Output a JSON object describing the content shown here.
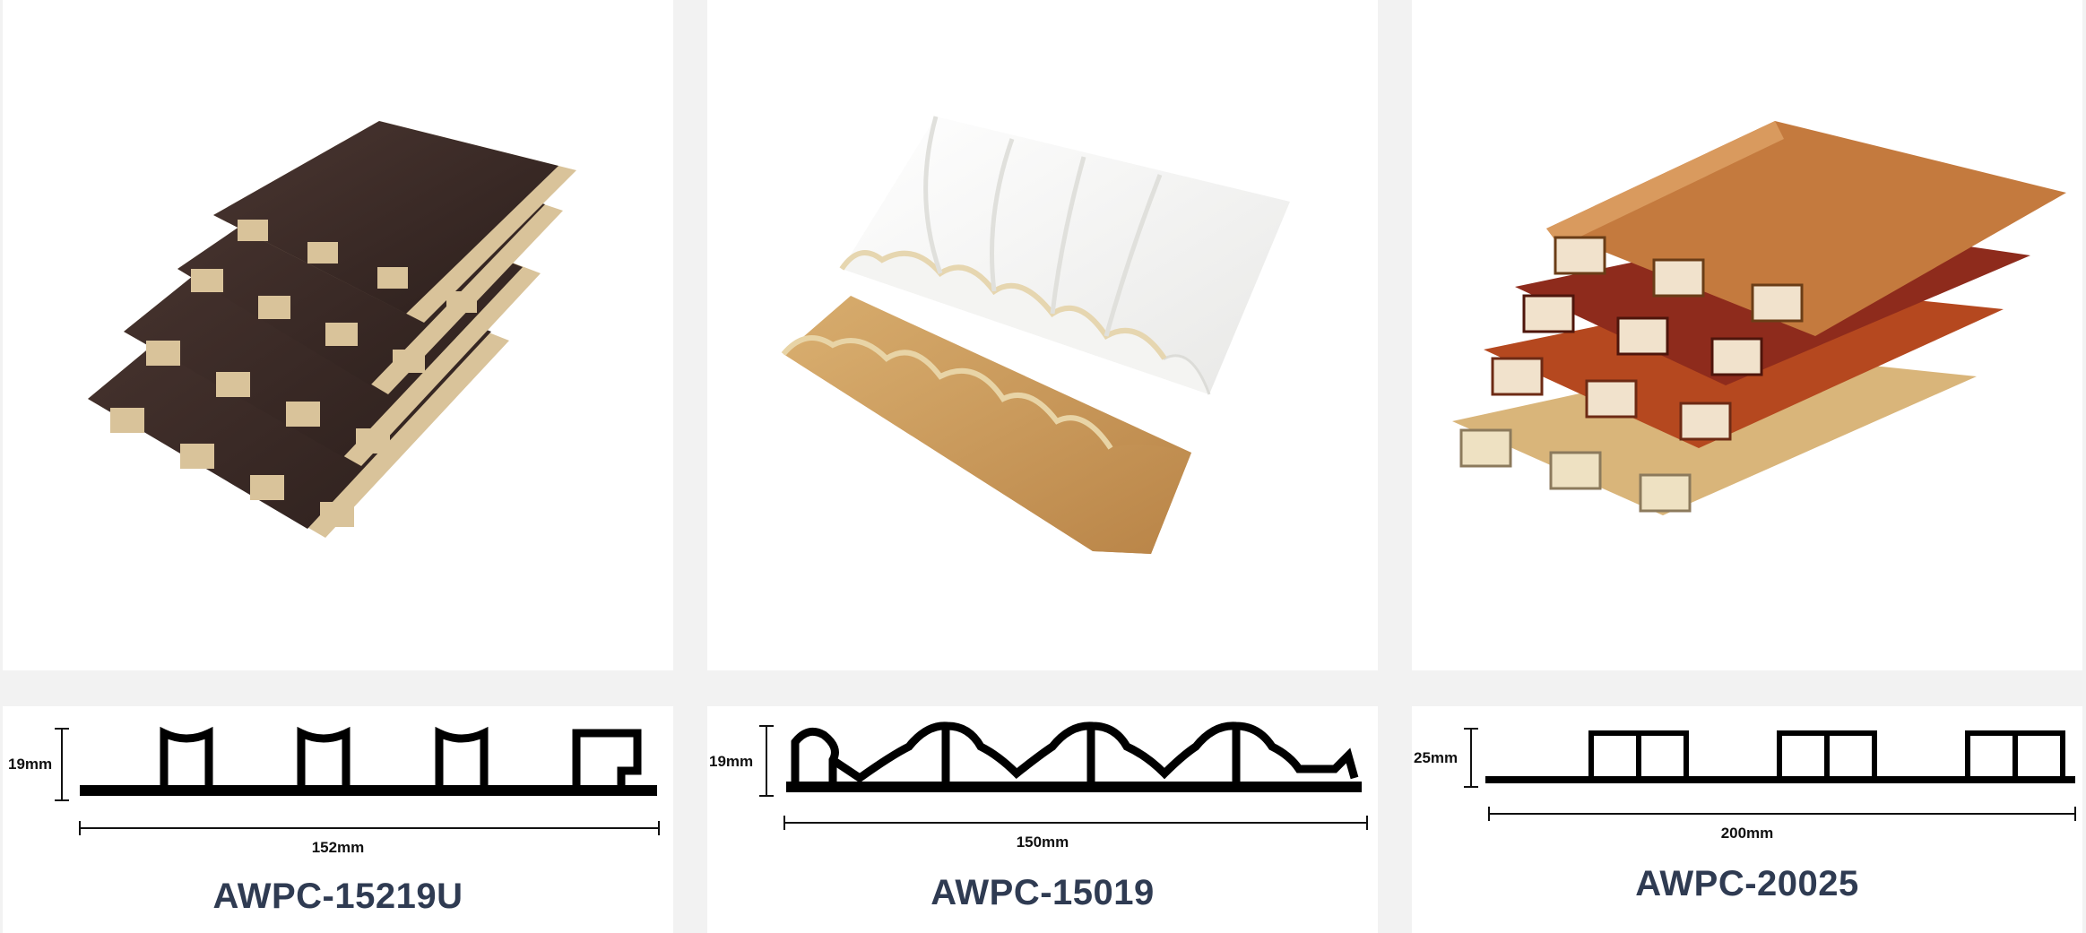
{
  "products": [
    {
      "model": "AWPC-15219U",
      "height_label": "19mm",
      "width_label": "152mm",
      "finish_colors": [
        "#3b2a26",
        "#d8bf8e"
      ],
      "icon": "fluted-panel-stack-photo"
    },
    {
      "model": "AWPC-15019",
      "height_label": "19mm",
      "width_label": "150mm",
      "finish_colors": [
        "#f4f4f2",
        "#c9995b"
      ],
      "icon": "wave-panel-stack-photo"
    },
    {
      "model": "AWPC-20025",
      "height_label": "25mm",
      "width_label": "200mm",
      "finish_colors": [
        "#c47a3e",
        "#8e2b1c",
        "#b5481f",
        "#d9b57a"
      ],
      "icon": "square-slat-panel-stack-photo"
    }
  ],
  "colors": {
    "page_background": "#f2f2f2",
    "card_background": "#ffffff",
    "model_text": "#2f3b52",
    "dimension_text": "#111111"
  }
}
